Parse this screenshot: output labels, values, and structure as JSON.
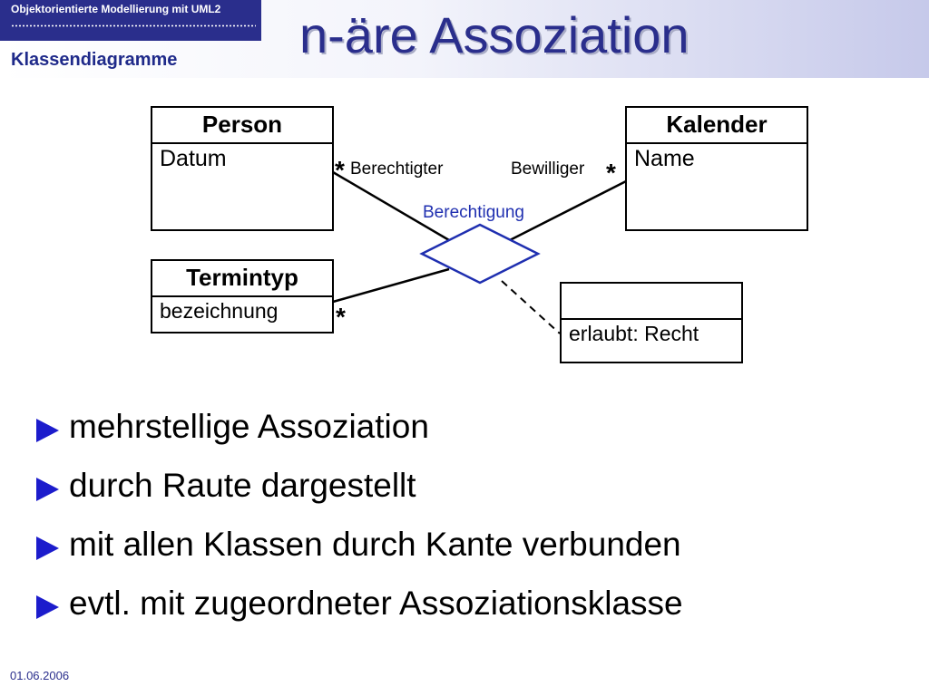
{
  "header": {
    "course_title": "Objektorientierte Modellierung mit UML2",
    "section_title": "Klassendiagramme",
    "slide_title": "n-äre Assoziation"
  },
  "diagram": {
    "classes": {
      "person": {
        "name": "Person",
        "attribute": "Datum"
      },
      "kalender": {
        "name": "Kalender",
        "attribute": "Name"
      },
      "termintyp": {
        "name": "Termintyp",
        "attribute": "bezeichnung"
      },
      "assoc_class": {
        "name": "",
        "attribute": "erlaubt: Recht"
      }
    },
    "association_name": "Berechtigung",
    "roles": {
      "person_role": "Berechtigter",
      "kalender_role": "Bewilliger"
    },
    "multiplicities": {
      "person": "*",
      "kalender": "*",
      "termintyp": "*"
    }
  },
  "bullets": [
    "mehrstellige Assoziation",
    "durch Raute dargestellt",
    "mit allen Klassen durch Kante verbunden",
    "evtl. mit zugeordneter Assoziationsklasse"
  ],
  "footer": {
    "date": "01.06.2006"
  },
  "colors": {
    "header_bar": "#2a2e8c",
    "association_name": "#1f2fb0",
    "bullet": "#1c1ccc"
  }
}
